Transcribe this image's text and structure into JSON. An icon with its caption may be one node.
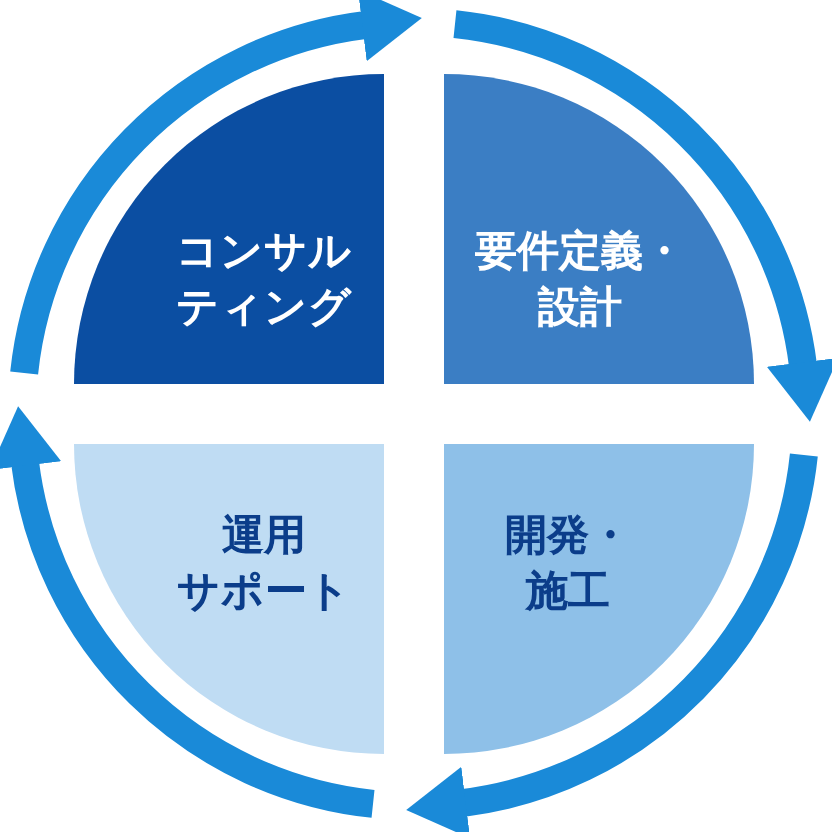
{
  "diagram": {
    "nodes": [
      {
        "text": [
          "コンサルティング"
        ]
      },
      {
        "text": [
          "要件定義・設計"
        ]
      },
      {
        "text": [
          "運用サポート"
        ]
      },
      {
        "text": [
          "開発・施工"
        ]
      }
    ]
  }
}
